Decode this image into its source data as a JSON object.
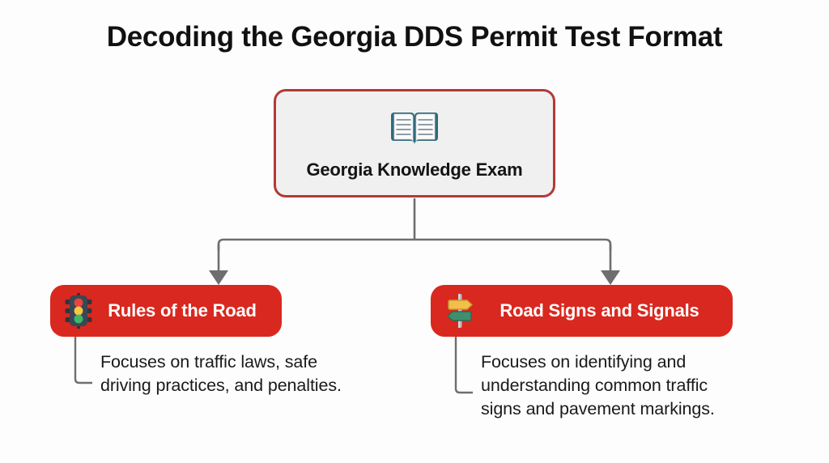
{
  "page": {
    "title": "Decoding the Georgia DDS Permit Test Format",
    "background_color": "#fdfdfd"
  },
  "colors": {
    "brand_red": "#d9281f",
    "root_border": "#b03a38",
    "root_fill": "#f0f0f0",
    "connector_gray": "#6e6e6e",
    "text_dark": "#1a1a1a",
    "text_white": "#ffffff"
  },
  "diagram": {
    "type": "flowchart",
    "root": {
      "label": "Georgia Knowledge Exam",
      "icon": "open-book-icon"
    },
    "branches": [
      {
        "id": "rules-of-the-road",
        "label": "Rules of the Road",
        "icon": "traffic-light-icon",
        "description_lines": [
          "Focuses on traffic laws, safe",
          "driving practices, and penalties."
        ]
      },
      {
        "id": "road-signs-and-signals",
        "label": "Road Signs and Signals",
        "icon": "signpost-icon",
        "description_lines": [
          "Focuses on identifying and",
          "understanding common traffic",
          "signs and pavement markings."
        ]
      }
    ]
  }
}
